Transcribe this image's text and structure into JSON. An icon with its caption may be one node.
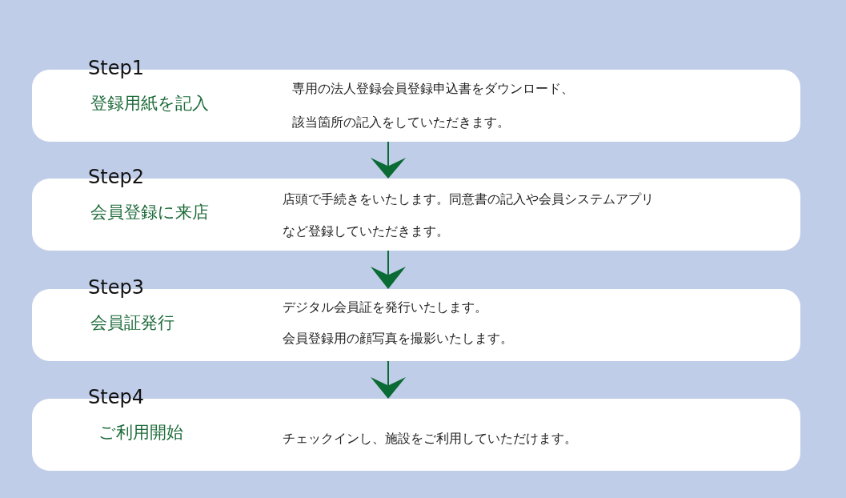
{
  "diagram": {
    "nodes": [
      {
        "text": [
          "Step1",
          "登録用紙を記入",
          "専用の法人登録会員登録申込書をダウンロード、",
          "該当箇所の記入をしていただきます。"
        ]
      },
      {
        "text": [
          "Step2",
          "会員登録に来店",
          "店頭で手続きをいたします。同意書の記入や会員システムアプリ",
          "など登録していただきます。"
        ]
      },
      {
        "text": [
          "Step3",
          "会員証発行",
          "デジタル会員証を発行いたします。",
          "会員登録用の顔写真を撮影いたします。"
        ]
      },
      {
        "text": [
          "Step4",
          "ご利用開始",
          "チェックインし、施設をご利用していただけます。"
        ]
      }
    ],
    "edges": [
      {
        "from": 0,
        "to": 1,
        "arrow": "to"
      },
      {
        "from": 1,
        "to": 2,
        "arrow": "to"
      },
      {
        "from": 2,
        "to": 3,
        "arrow": "to"
      }
    ]
  }
}
